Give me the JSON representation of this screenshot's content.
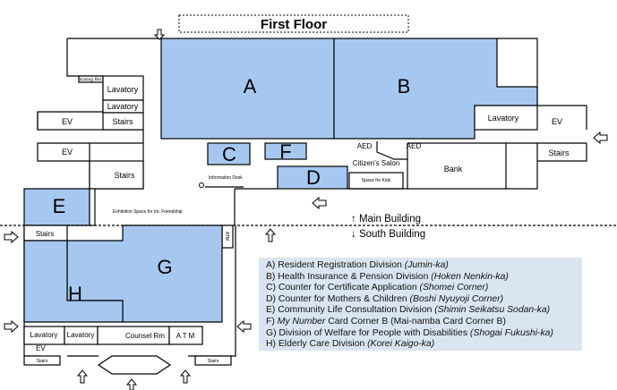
{
  "title": "First Floor",
  "zones": {
    "A": "A",
    "B": "B",
    "C": "C",
    "D": "D",
    "E": "E",
    "F": "F",
    "G": "G",
    "H": "H"
  },
  "rooms": {
    "ironing_rm": "Ironing Rm",
    "lavatory": "Lavatory",
    "stairs": "Stairs",
    "ev": "EV",
    "information_desk": "Information Desk",
    "aed": "AED",
    "citizens_salon": "Citizen's Salon",
    "space_for_kids": "Space for Kids",
    "bank": "Bank",
    "exhibition_space": "Exhibition Space for Int. Friendship",
    "atm_small": "ATM",
    "lavatory_short": "Lavatory",
    "counsel_rm": "Counsel Rm",
    "atm": "A T M"
  },
  "buildings": {
    "main": "↑ Main Building",
    "south": "↓ South Building"
  },
  "legend": [
    {
      "prefix": "A) Resident Registration Division ",
      "italic": "(Jumin-ka)",
      "suffix": ""
    },
    {
      "prefix": "B) Health Insurance & Pension Division ",
      "italic": "(Hoken Nenkin-ka)",
      "suffix": ""
    },
    {
      "prefix": "C) Counter for Certificate Application ",
      "italic": "(Shomei Corner)",
      "suffix": ""
    },
    {
      "prefix": "D) Counter for Mothers & Children ",
      "italic": "(Boshi Nyuyoji Corner)",
      "suffix": ""
    },
    {
      "prefix": "E) Community Life Consultation Division ",
      "italic": "(Shimin Seikatsu Sodan-ka)",
      "suffix": ""
    },
    {
      "prefix": "F) ",
      "italic": "My Number",
      "suffix": " Card Corner B (Mai-namba Card Corner B)"
    },
    {
      "prefix": "G) Division of Welfare for People with Disabilities ",
      "italic": "(Shogai Fukushi-ka)",
      "suffix": ""
    },
    {
      "prefix": "H) Elderly Care Division ",
      "italic": "(Korei Kaigo-ka)",
      "suffix": ""
    }
  ],
  "colors": {
    "zone_fill": "#a6c8f0",
    "legend_bg": "#d9e5f0"
  }
}
